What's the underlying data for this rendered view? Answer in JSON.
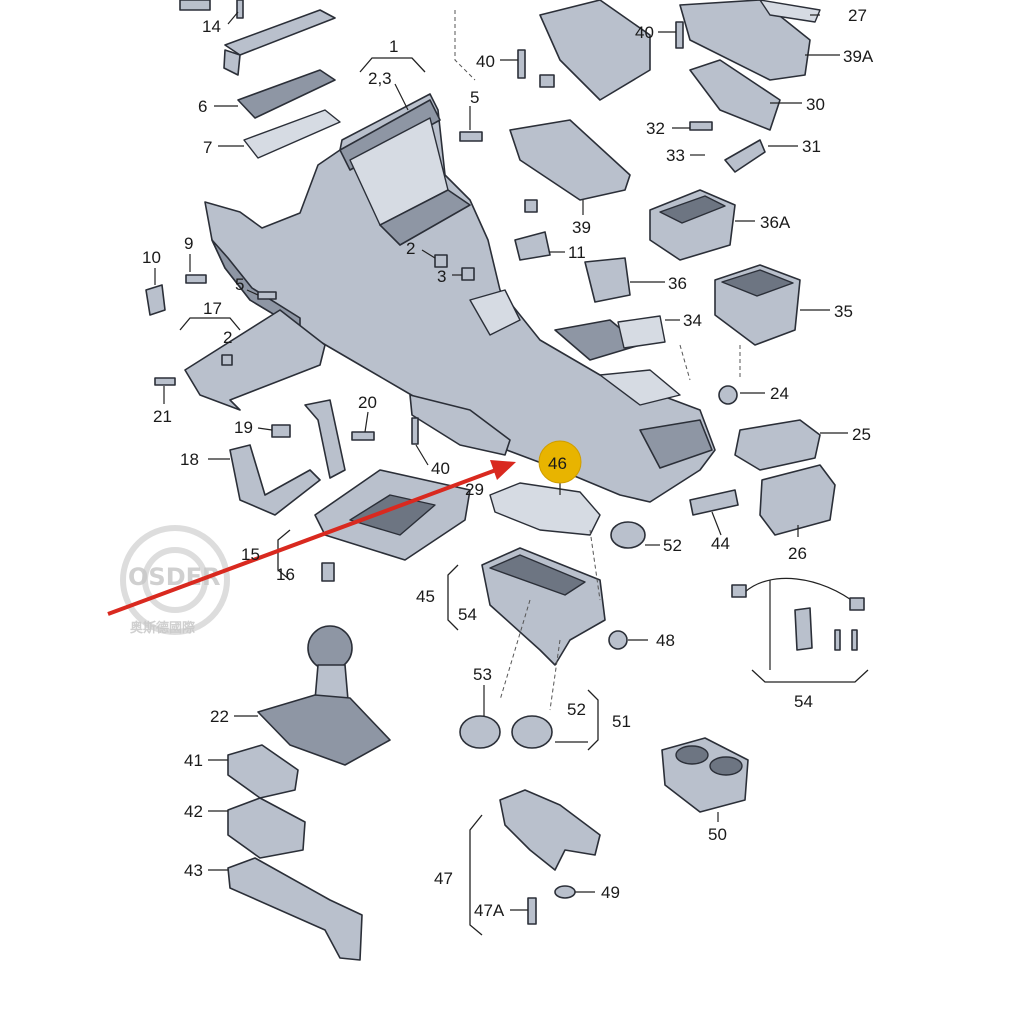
{
  "diagram": {
    "callouts": [
      {
        "id": "c14",
        "text": "14"
      },
      {
        "id": "c1",
        "text": "1"
      },
      {
        "id": "c23",
        "text": "2,3"
      },
      {
        "id": "c40a",
        "text": "40"
      },
      {
        "id": "c40b",
        "text": "40"
      },
      {
        "id": "c27",
        "text": "27"
      },
      {
        "id": "c39a",
        "text": "39A"
      },
      {
        "id": "c5a",
        "text": "5"
      },
      {
        "id": "c6",
        "text": "6"
      },
      {
        "id": "c30",
        "text": "30"
      },
      {
        "id": "c7",
        "text": "7"
      },
      {
        "id": "c32",
        "text": "32"
      },
      {
        "id": "c33",
        "text": "33"
      },
      {
        "id": "c31",
        "text": "31"
      },
      {
        "id": "c39",
        "text": "39"
      },
      {
        "id": "c36a",
        "text": "36A"
      },
      {
        "id": "c10",
        "text": "10"
      },
      {
        "id": "c9",
        "text": "9"
      },
      {
        "id": "c2a",
        "text": "2"
      },
      {
        "id": "c11",
        "text": "11"
      },
      {
        "id": "c3",
        "text": "3"
      },
      {
        "id": "c36",
        "text": "36"
      },
      {
        "id": "c5b",
        "text": "5"
      },
      {
        "id": "c17",
        "text": "17"
      },
      {
        "id": "c35",
        "text": "35"
      },
      {
        "id": "c2b",
        "text": "2"
      },
      {
        "id": "c34",
        "text": "34"
      },
      {
        "id": "c21",
        "text": "21"
      },
      {
        "id": "c24",
        "text": "24"
      },
      {
        "id": "c20",
        "text": "20"
      },
      {
        "id": "c19",
        "text": "19"
      },
      {
        "id": "c25",
        "text": "25"
      },
      {
        "id": "c18",
        "text": "18"
      },
      {
        "id": "c40c",
        "text": "40"
      },
      {
        "id": "c46",
        "text": "46"
      },
      {
        "id": "c29",
        "text": "29"
      },
      {
        "id": "c52a",
        "text": "52"
      },
      {
        "id": "c44",
        "text": "44"
      },
      {
        "id": "c15",
        "text": "15"
      },
      {
        "id": "c26",
        "text": "26"
      },
      {
        "id": "c16",
        "text": "16"
      },
      {
        "id": "c45",
        "text": "45"
      },
      {
        "id": "c54a",
        "text": "54"
      },
      {
        "id": "c48",
        "text": "48"
      },
      {
        "id": "c54b",
        "text": "54"
      },
      {
        "id": "c53",
        "text": "53"
      },
      {
        "id": "c22",
        "text": "22"
      },
      {
        "id": "c52b",
        "text": "52"
      },
      {
        "id": "c51",
        "text": "51"
      },
      {
        "id": "c41",
        "text": "41"
      },
      {
        "id": "c50",
        "text": "50"
      },
      {
        "id": "c42",
        "text": "42"
      },
      {
        "id": "c43",
        "text": "43"
      },
      {
        "id": "c47",
        "text": "47"
      },
      {
        "id": "c49",
        "text": "49"
      },
      {
        "id": "c47a",
        "text": "47A"
      }
    ],
    "highlight_label": "46",
    "watermark": {
      "brand": "OSDER",
      "subtitle": "奥斯德國際"
    },
    "colors": {
      "part_fill": "#b9c0cc",
      "highlight": "#e8b400",
      "arrow": "#d9291f"
    }
  }
}
